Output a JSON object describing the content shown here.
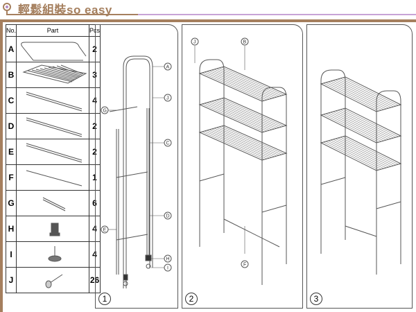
{
  "header": {
    "title": "輕鬆組裝so easy"
  },
  "parts_table": {
    "headers": [
      "No.",
      "Part",
      "Pcs"
    ],
    "rows": [
      {
        "no": "A",
        "pcs": "2",
        "icon": "u-frame"
      },
      {
        "no": "B",
        "pcs": "3",
        "icon": "wire-shelf"
      },
      {
        "no": "C",
        "pcs": "4",
        "icon": "long-tube"
      },
      {
        "no": "D",
        "pcs": "2",
        "icon": "long-tube"
      },
      {
        "no": "E",
        "pcs": "2",
        "icon": "long-tube"
      },
      {
        "no": "F",
        "pcs": "1",
        "icon": "cross-bar"
      },
      {
        "no": "G",
        "pcs": "6",
        "icon": "short-rod"
      },
      {
        "no": "H",
        "pcs": "4",
        "icon": "foot-cap"
      },
      {
        "no": "I",
        "pcs": "4",
        "icon": "leveling-foot"
      },
      {
        "no": "J",
        "pcs": "26",
        "icon": "screw"
      }
    ]
  },
  "steps": [
    {
      "number": "1",
      "labels": [
        "A",
        "J",
        "G",
        "C",
        "E",
        "D",
        "H",
        "I"
      ]
    },
    {
      "number": "2",
      "labels": [
        "J",
        "B",
        "F"
      ]
    },
    {
      "number": "3",
      "labels": []
    }
  ]
}
